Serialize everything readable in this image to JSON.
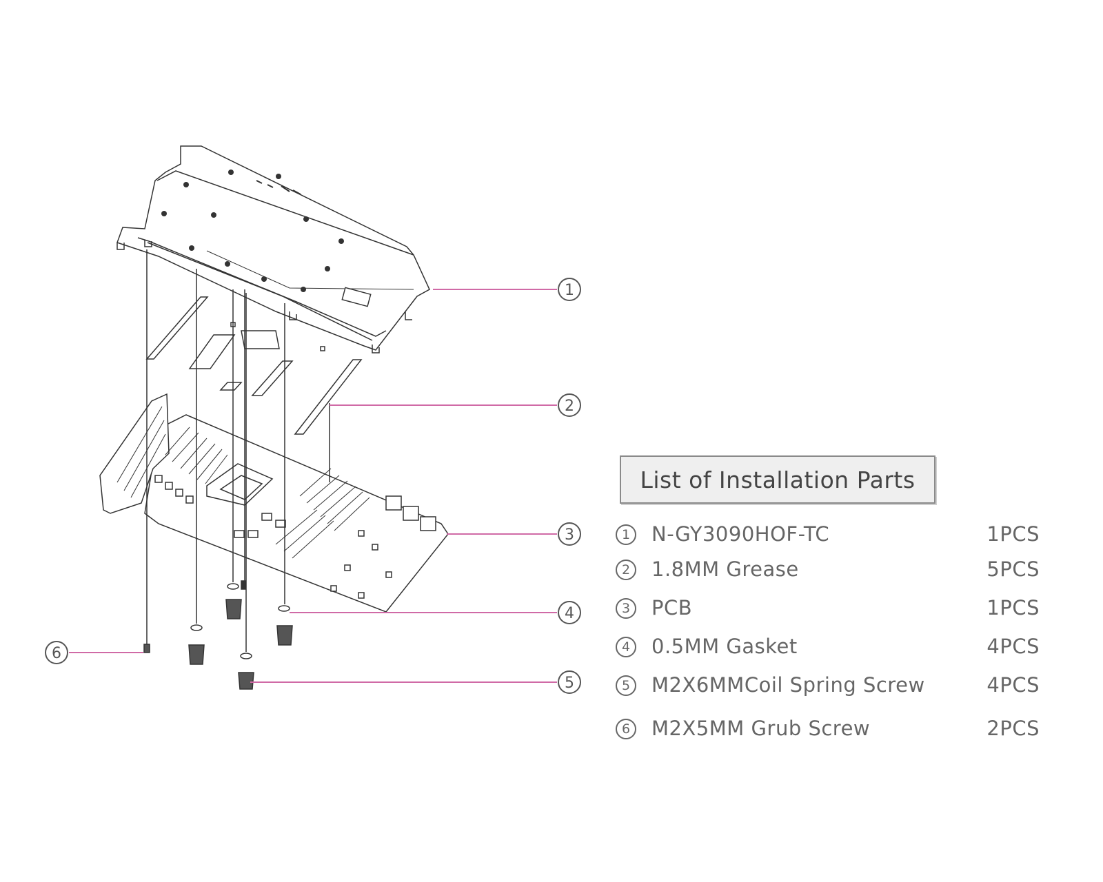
{
  "callouts": [
    "1",
    "2",
    "3",
    "4",
    "5",
    "6"
  ],
  "parts_list": {
    "title": "List of Installation Parts",
    "items": [
      {
        "num": "1",
        "name": "N-GY3090HOF-TC",
        "qty": "1PCS"
      },
      {
        "num": "2",
        "name": "1.8MM Grease",
        "qty": "5PCS"
      },
      {
        "num": "3",
        "name": "PCB",
        "qty": "1PCS"
      },
      {
        "num": "4",
        "name": "0.5MM Gasket",
        "qty": "4PCS"
      },
      {
        "num": "5",
        "name": "M2X6MMCoil Spring Screw",
        "qty": "4PCS"
      },
      {
        "num": "6",
        "name": "M2X5MM Grub Screw",
        "qty": "2PCS"
      }
    ]
  },
  "colors": {
    "leader_line": "#d06aa6",
    "line_art": "#333333"
  }
}
